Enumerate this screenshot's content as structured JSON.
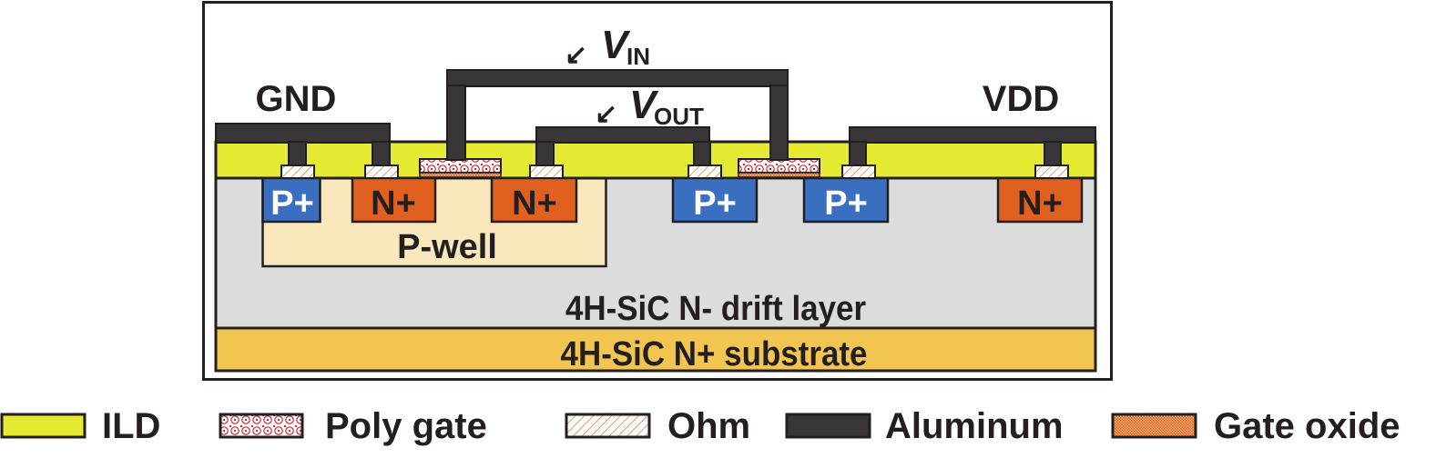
{
  "colors": {
    "ild": "#e5ea33",
    "aluminum": "#3a3637",
    "drift": "#dcdcdc",
    "substrate": "#f1c550",
    "pwell": "#f8e8bc",
    "p_plus": "#3a6fbf",
    "n_plus": "#e0601f",
    "poly_red": "#d7262c",
    "ohm_stripe": "#c8733a",
    "outline": "#231f20"
  },
  "terminals": {
    "gnd": "GND",
    "vdd": "VDD",
    "vin_main": "V",
    "vin_sub": "IN",
    "vout_main": "V",
    "vout_sub": "OUT",
    "arrow": "↙"
  },
  "regions": {
    "p_plus_1": "P+",
    "n_plus_1": "N+",
    "n_plus_2": "N+",
    "p_plus_2": "P+",
    "p_plus_3": "P+",
    "n_plus_3": "N+",
    "pwell": "P-well",
    "drift": "4H-SiC N- drift layer",
    "substrate": "4H-SiC N+ substrate"
  },
  "legend": [
    {
      "label": "ILD",
      "swatch": "ild"
    },
    {
      "label": "Poly gate",
      "swatch": "poly"
    },
    {
      "label": "Ohm",
      "swatch": "ohm"
    },
    {
      "label": "Aluminum",
      "swatch": "aluminum"
    },
    {
      "label": "Gate oxide",
      "swatch": "oxide"
    }
  ]
}
